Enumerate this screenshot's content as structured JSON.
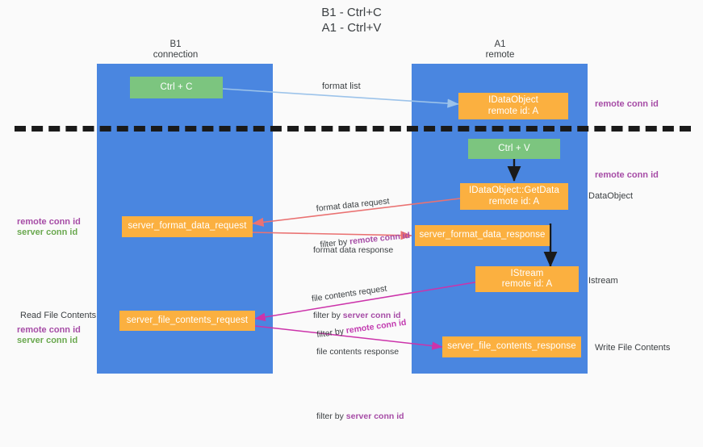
{
  "title": "B1 - Ctrl+C\nA1 - Ctrl+V",
  "columns": [
    {
      "name": "b1",
      "header": "B1\nconnection"
    },
    {
      "name": "a1",
      "header": "A1\nremote"
    }
  ],
  "nodes": [
    {
      "id": "ctrl-c",
      "label": "Ctrl + C",
      "color": "#7cc57f"
    },
    {
      "id": "idataobject",
      "label": "IDataObject\nremote id: A",
      "color": "#fbb040"
    },
    {
      "id": "ctrl-v",
      "label": "Ctrl + V",
      "color": "#7cc57f"
    },
    {
      "id": "idataobject-getdata",
      "label": "IDataObject::GetData\nremote id: A",
      "color": "#fbb040"
    },
    {
      "id": "server-format-data-request",
      "label": "server_format_data_request",
      "color": "#fbb040"
    },
    {
      "id": "server-format-data-response",
      "label": "server_format_data_response",
      "color": "#fbb040"
    },
    {
      "id": "istream",
      "label": "IStream\nremote id: A",
      "color": "#fbb040"
    },
    {
      "id": "server-file-contents-request",
      "label": "server_file_contents_request",
      "color": "#fbb040"
    },
    {
      "id": "server-file-contents-response",
      "label": "server_file_contents_response",
      "color": "#fbb040"
    }
  ],
  "edge_labels": {
    "format_list": "format list",
    "format_data_request": "format data request",
    "format_data_request_filter_prefix": "filter by ",
    "format_data_request_filter_key": "remote conn id",
    "format_data_response": "format data response",
    "format_data_response_filter_prefix": "filter by ",
    "format_data_response_filter_key": "server conn id",
    "file_contents_request": "file contents request",
    "file_contents_request_filter_prefix": "filter by ",
    "file_contents_request_filter_key": "remote conn id",
    "file_contents_response": "file contents response",
    "file_contents_response_filter_prefix": "filter by ",
    "file_contents_response_filter_key": "server conn id"
  },
  "left_annotations": [
    {
      "id": "left-remote-conn-id-1",
      "text": "remote conn id",
      "color": "#a64ca6"
    },
    {
      "id": "left-server-conn-id-1",
      "text": "server conn id",
      "color": "#6aa84f"
    },
    {
      "id": "read-file-contents",
      "text": "Read File Contents",
      "color": "#3c4043"
    },
    {
      "id": "left-remote-conn-id-2",
      "text": "remote conn id",
      "color": "#a64ca6"
    },
    {
      "id": "left-server-conn-id-2",
      "text": "server conn id",
      "color": "#6aa84f"
    }
  ],
  "right_annotations": [
    {
      "id": "right-remote-conn-id-1",
      "text": "remote conn id",
      "color": "#a64ca6"
    },
    {
      "id": "right-remote-conn-id-2",
      "text": "remote conn id",
      "color": "#a64ca6"
    },
    {
      "id": "dataobject",
      "text": "DataObject",
      "color": "#3c4043"
    },
    {
      "id": "istream-note",
      "text": "Istream",
      "color": "#3c4043"
    },
    {
      "id": "write-file-contents",
      "text": "Write File Contents",
      "color": "#3c4043"
    }
  ],
  "colors": {
    "lane": "#4a86e0",
    "green_node": "#7cc57f",
    "orange_node": "#fbb040",
    "divider": "#1a1a1a",
    "arrow_blue": "#9cc3ea",
    "arrow_black": "#1a1a1a",
    "arrow_red": "#ea7272",
    "arrow_magenta": "#cc33aa",
    "background": "#fafafa",
    "purple_key": "#a64ca6",
    "green_key": "#6aa84f"
  }
}
